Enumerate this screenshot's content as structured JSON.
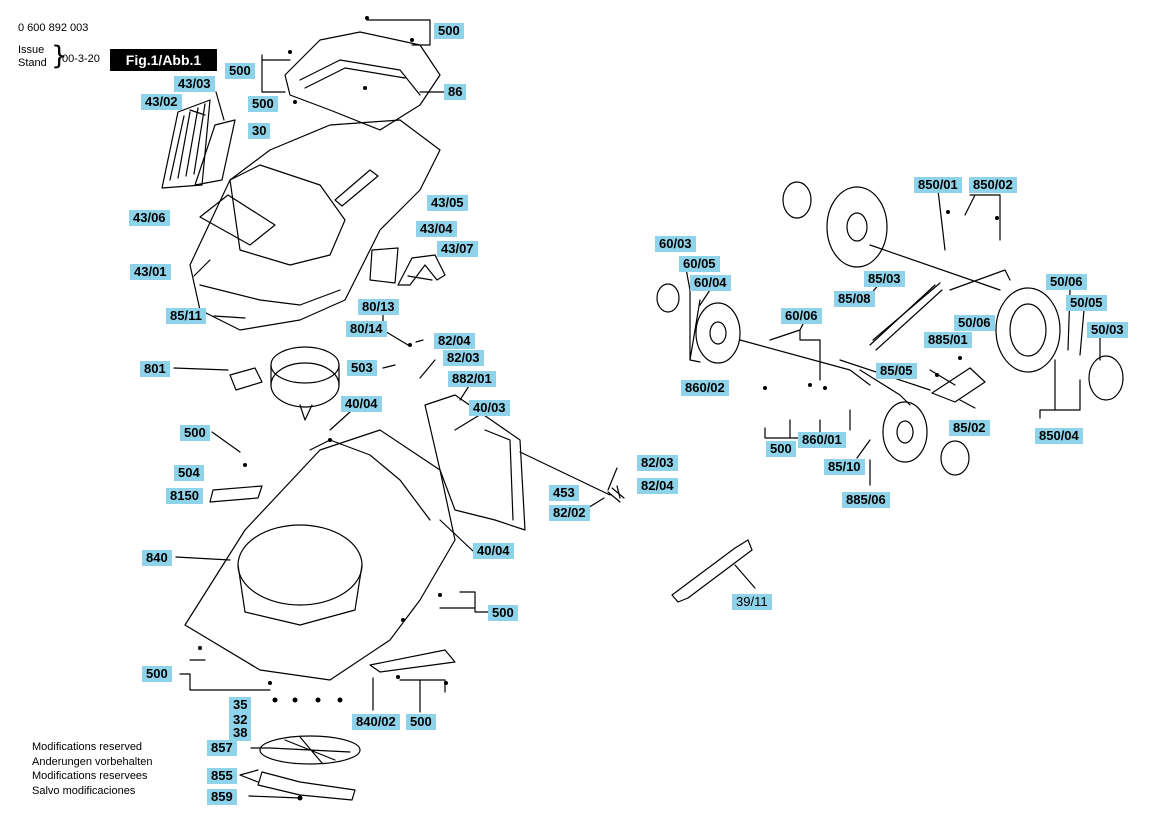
{
  "header": {
    "document_number": "0 600 892 003",
    "issue_label": "Issue",
    "stand_label": "Stand",
    "date": "00-3-20",
    "figure_label": "Fig.1/Abb.1"
  },
  "notes": [
    "Modifications reserved",
    "Anderungen vorbehalten",
    "Modifications reservees",
    "Salvo modificaciones"
  ],
  "part_labels": [
    {
      "id": "500-top",
      "text": "500"
    },
    {
      "id": "500-hood",
      "text": "500"
    },
    {
      "id": "86",
      "text": "86"
    },
    {
      "id": "43-03",
      "text": "43/03"
    },
    {
      "id": "43-02",
      "text": "43/02"
    },
    {
      "id": "500-screw",
      "text": "500"
    },
    {
      "id": "30",
      "text": "30"
    },
    {
      "id": "43-05",
      "text": "43/05"
    },
    {
      "id": "43-06",
      "text": "43/06"
    },
    {
      "id": "43-04",
      "text": "43/04"
    },
    {
      "id": "43-07",
      "text": "43/07"
    },
    {
      "id": "43-01",
      "text": "43/01"
    },
    {
      "id": "80-13",
      "text": "80/13"
    },
    {
      "id": "85-11",
      "text": "85/11"
    },
    {
      "id": "80-14",
      "text": "80/14"
    },
    {
      "id": "82-04-a",
      "text": "82/04"
    },
    {
      "id": "801",
      "text": "801"
    },
    {
      "id": "503",
      "text": "503"
    },
    {
      "id": "82-03-a",
      "text": "82/03"
    },
    {
      "id": "882-01",
      "text": "882/01"
    },
    {
      "id": "40-04-a",
      "text": "40/04"
    },
    {
      "id": "40-03",
      "text": "40/03"
    },
    {
      "id": "500-left",
      "text": "500"
    },
    {
      "id": "504",
      "text": "504"
    },
    {
      "id": "8150",
      "text": "8150"
    },
    {
      "id": "82-03-b",
      "text": "82/03"
    },
    {
      "id": "82-04-b",
      "text": "82/04"
    },
    {
      "id": "453",
      "text": "453"
    },
    {
      "id": "82-02",
      "text": "82/02"
    },
    {
      "id": "40-04-b",
      "text": "40/04"
    },
    {
      "id": "840",
      "text": "840"
    },
    {
      "id": "500-right",
      "text": "500"
    },
    {
      "id": "500-bottom",
      "text": "500"
    },
    {
      "id": "35",
      "text": "35"
    },
    {
      "id": "32",
      "text": "32"
    },
    {
      "id": "38",
      "text": "38"
    },
    {
      "id": "840-02",
      "text": "840/02"
    },
    {
      "id": "500-deflector",
      "text": "500"
    },
    {
      "id": "857",
      "text": "857"
    },
    {
      "id": "855",
      "text": "855"
    },
    {
      "id": "859",
      "text": "859"
    },
    {
      "id": "850-01",
      "text": "850/01"
    },
    {
      "id": "850-02",
      "text": "850/02"
    },
    {
      "id": "60-03",
      "text": "60/03"
    },
    {
      "id": "60-05",
      "text": "60/05"
    },
    {
      "id": "60-04",
      "text": "60/04"
    },
    {
      "id": "85-03",
      "text": "85/03"
    },
    {
      "id": "85-08",
      "text": "85/08"
    },
    {
      "id": "60-06",
      "text": "60/06"
    },
    {
      "id": "50-06-a",
      "text": "50/06"
    },
    {
      "id": "50-05",
      "text": "50/05"
    },
    {
      "id": "50-06-b",
      "text": "50/06"
    },
    {
      "id": "885-01",
      "text": "885/01"
    },
    {
      "id": "50-03",
      "text": "50/03"
    },
    {
      "id": "860-02",
      "text": "860/02"
    },
    {
      "id": "85-05",
      "text": "85/05"
    },
    {
      "id": "85-02",
      "text": "85/02"
    },
    {
      "id": "500-axle",
      "text": "500"
    },
    {
      "id": "860-01",
      "text": "860/01"
    },
    {
      "id": "850-04",
      "text": "850/04"
    },
    {
      "id": "85-10",
      "text": "85/10"
    },
    {
      "id": "885-06",
      "text": "885/06"
    },
    {
      "id": "39-11",
      "text": "39/11"
    }
  ]
}
